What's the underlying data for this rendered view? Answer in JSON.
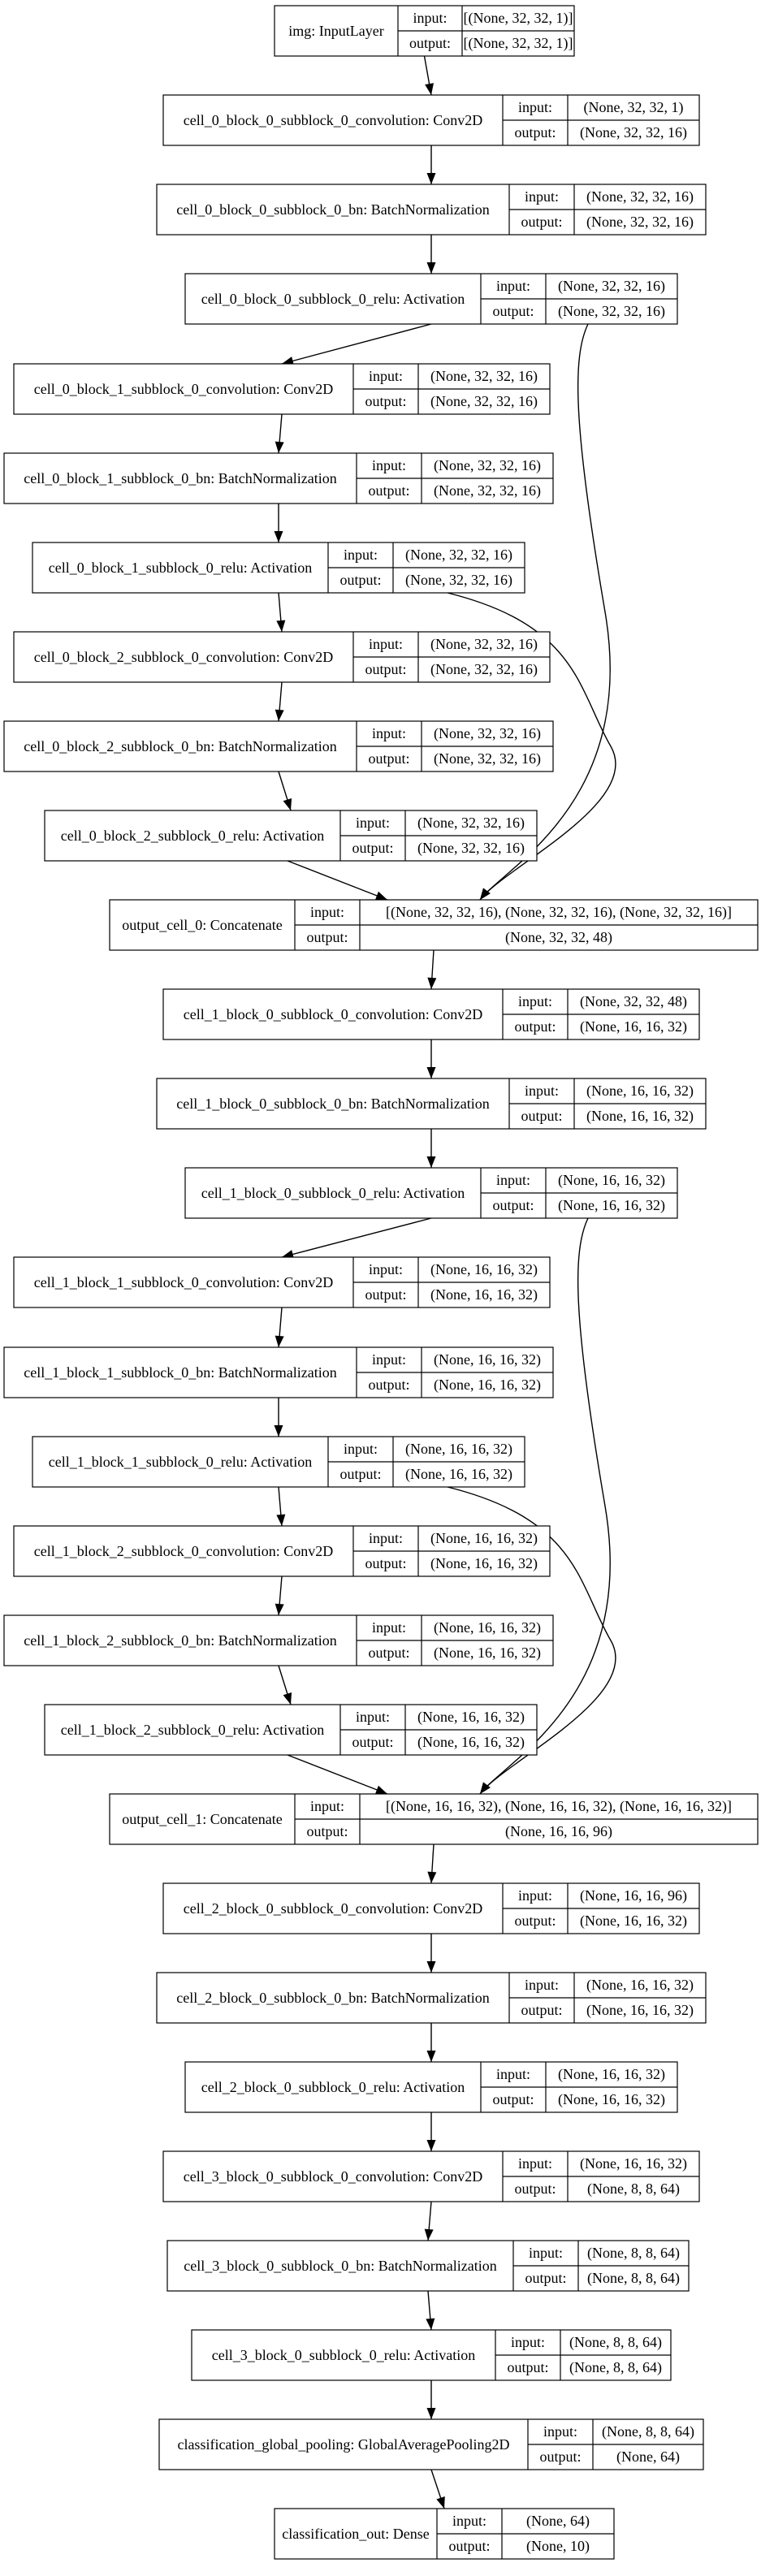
{
  "diagram": {
    "port_labels": {
      "input": "input:",
      "output": "output:"
    },
    "nodes": [
      {
        "id": "n0",
        "label": "img: InputLayer",
        "input": "[(None, 32, 32, 1)]",
        "output": "[(None, 32, 32, 1)]"
      },
      {
        "id": "n1",
        "label": "cell_0_block_0_subblock_0_convolution: Conv2D",
        "input": "(None, 32, 32, 1)",
        "output": "(None, 32, 32, 16)"
      },
      {
        "id": "n2",
        "label": "cell_0_block_0_subblock_0_bn: BatchNormalization",
        "input": "(None, 32, 32, 16)",
        "output": "(None, 32, 32, 16)"
      },
      {
        "id": "n3",
        "label": "cell_0_block_0_subblock_0_relu: Activation",
        "input": "(None, 32, 32, 16)",
        "output": "(None, 32, 32, 16)"
      },
      {
        "id": "n4",
        "label": "cell_0_block_1_subblock_0_convolution: Conv2D",
        "input": "(None, 32, 32, 16)",
        "output": "(None, 32, 32, 16)"
      },
      {
        "id": "n5",
        "label": "cell_0_block_1_subblock_0_bn: BatchNormalization",
        "input": "(None, 32, 32, 16)",
        "output": "(None, 32, 32, 16)"
      },
      {
        "id": "n6",
        "label": "cell_0_block_1_subblock_0_relu: Activation",
        "input": "(None, 32, 32, 16)",
        "output": "(None, 32, 32, 16)"
      },
      {
        "id": "n7",
        "label": "cell_0_block_2_subblock_0_convolution: Conv2D",
        "input": "(None, 32, 32, 16)",
        "output": "(None, 32, 32, 16)"
      },
      {
        "id": "n8",
        "label": "cell_0_block_2_subblock_0_bn: BatchNormalization",
        "input": "(None, 32, 32, 16)",
        "output": "(None, 32, 32, 16)"
      },
      {
        "id": "n9",
        "label": "cell_0_block_2_subblock_0_relu: Activation",
        "input": "(None, 32, 32, 16)",
        "output": "(None, 32, 32, 16)"
      },
      {
        "id": "n10",
        "label": "output_cell_0: Concatenate",
        "input": "[(None, 32, 32, 16), (None, 32, 32, 16), (None, 32, 32, 16)]",
        "output": "(None, 32, 32, 48)"
      },
      {
        "id": "n11",
        "label": "cell_1_block_0_subblock_0_convolution: Conv2D",
        "input": "(None, 32, 32, 48)",
        "output": "(None, 16, 16, 32)"
      },
      {
        "id": "n12",
        "label": "cell_1_block_0_subblock_0_bn: BatchNormalization",
        "input": "(None, 16, 16, 32)",
        "output": "(None, 16, 16, 32)"
      },
      {
        "id": "n13",
        "label": "cell_1_block_0_subblock_0_relu: Activation",
        "input": "(None, 16, 16, 32)",
        "output": "(None, 16, 16, 32)"
      },
      {
        "id": "n14",
        "label": "cell_1_block_1_subblock_0_convolution: Conv2D",
        "input": "(None, 16, 16, 32)",
        "output": "(None, 16, 16, 32)"
      },
      {
        "id": "n15",
        "label": "cell_1_block_1_subblock_0_bn: BatchNormalization",
        "input": "(None, 16, 16, 32)",
        "output": "(None, 16, 16, 32)"
      },
      {
        "id": "n16",
        "label": "cell_1_block_1_subblock_0_relu: Activation",
        "input": "(None, 16, 16, 32)",
        "output": "(None, 16, 16, 32)"
      },
      {
        "id": "n17",
        "label": "cell_1_block_2_subblock_0_convolution: Conv2D",
        "input": "(None, 16, 16, 32)",
        "output": "(None, 16, 16, 32)"
      },
      {
        "id": "n18",
        "label": "cell_1_block_2_subblock_0_bn: BatchNormalization",
        "input": "(None, 16, 16, 32)",
        "output": "(None, 16, 16, 32)"
      },
      {
        "id": "n19",
        "label": "cell_1_block_2_subblock_0_relu: Activation",
        "input": "(None, 16, 16, 32)",
        "output": "(None, 16, 16, 32)"
      },
      {
        "id": "n20",
        "label": "output_cell_1: Concatenate",
        "input": "[(None, 16, 16, 32), (None, 16, 16, 32), (None, 16, 16, 32)]",
        "output": "(None, 16, 16, 96)"
      },
      {
        "id": "n21",
        "label": "cell_2_block_0_subblock_0_convolution: Conv2D",
        "input": "(None, 16, 16, 96)",
        "output": "(None, 16, 16, 32)"
      },
      {
        "id": "n22",
        "label": "cell_2_block_0_subblock_0_bn: BatchNormalization",
        "input": "(None, 16, 16, 32)",
        "output": "(None, 16, 16, 32)"
      },
      {
        "id": "n23",
        "label": "cell_2_block_0_subblock_0_relu: Activation",
        "input": "(None, 16, 16, 32)",
        "output": "(None, 16, 16, 32)"
      },
      {
        "id": "n24",
        "label": "cell_3_block_0_subblock_0_convolution: Conv2D",
        "input": "(None, 16, 16, 32)",
        "output": "(None, 8, 8, 64)"
      },
      {
        "id": "n25",
        "label": "cell_3_block_0_subblock_0_bn: BatchNormalization",
        "input": "(None, 8, 8, 64)",
        "output": "(None, 8, 8, 64)"
      },
      {
        "id": "n26",
        "label": "cell_3_block_0_subblock_0_relu: Activation",
        "input": "(None, 8, 8, 64)",
        "output": "(None, 8, 8, 64)"
      },
      {
        "id": "n27",
        "label": "classification_global_pooling: GlobalAveragePooling2D",
        "input": "(None, 8, 8, 64)",
        "output": "(None, 64)"
      },
      {
        "id": "n28",
        "label": "classification_out: Dense",
        "input": "(None, 64)",
        "output": "(None, 10)"
      }
    ],
    "edges": [
      [
        "n0",
        "n1"
      ],
      [
        "n1",
        "n2"
      ],
      [
        "n2",
        "n3"
      ],
      [
        "n3",
        "n4"
      ],
      [
        "n3",
        "n10"
      ],
      [
        "n4",
        "n5"
      ],
      [
        "n5",
        "n6"
      ],
      [
        "n6",
        "n7"
      ],
      [
        "n6",
        "n10"
      ],
      [
        "n7",
        "n8"
      ],
      [
        "n8",
        "n9"
      ],
      [
        "n9",
        "n10"
      ],
      [
        "n10",
        "n11"
      ],
      [
        "n11",
        "n12"
      ],
      [
        "n12",
        "n13"
      ],
      [
        "n13",
        "n14"
      ],
      [
        "n13",
        "n20"
      ],
      [
        "n14",
        "n15"
      ],
      [
        "n15",
        "n16"
      ],
      [
        "n16",
        "n17"
      ],
      [
        "n16",
        "n20"
      ],
      [
        "n17",
        "n18"
      ],
      [
        "n18",
        "n19"
      ],
      [
        "n19",
        "n20"
      ],
      [
        "n20",
        "n21"
      ],
      [
        "n21",
        "n22"
      ],
      [
        "n22",
        "n23"
      ],
      [
        "n23",
        "n24"
      ],
      [
        "n24",
        "n25"
      ],
      [
        "n25",
        "n26"
      ],
      [
        "n26",
        "n27"
      ],
      [
        "n27",
        "n28"
      ]
    ]
  }
}
